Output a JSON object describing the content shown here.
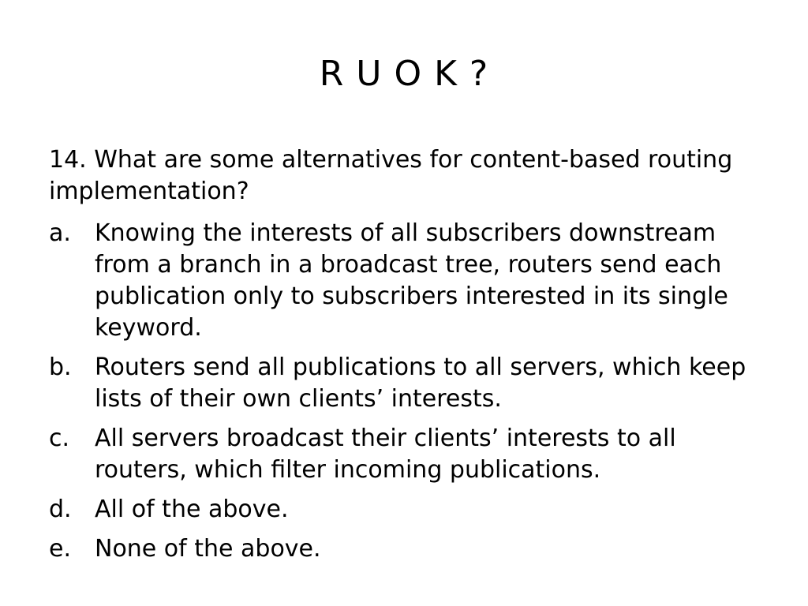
{
  "slide": {
    "title": "R U O K ?",
    "question": "14. What are some alternatives for content-based routing implementation?",
    "options": [
      {
        "letter": "a.",
        "text": "Knowing the interests of all subscribers downstream from a branch in a broadcast tree, routers send each publication only to subscribers interested in its single keyword."
      },
      {
        "letter": "b.",
        "text": "Routers send all publications to all servers, which keep lists of their own clients’ interests."
      },
      {
        "letter": "c.",
        "text": "All servers broadcast their clients’ interests to all routers, which filter incoming publications."
      },
      {
        "letter": "d.",
        "text": "All of the above."
      },
      {
        "letter": "e.",
        "text": "None of the above."
      }
    ]
  }
}
